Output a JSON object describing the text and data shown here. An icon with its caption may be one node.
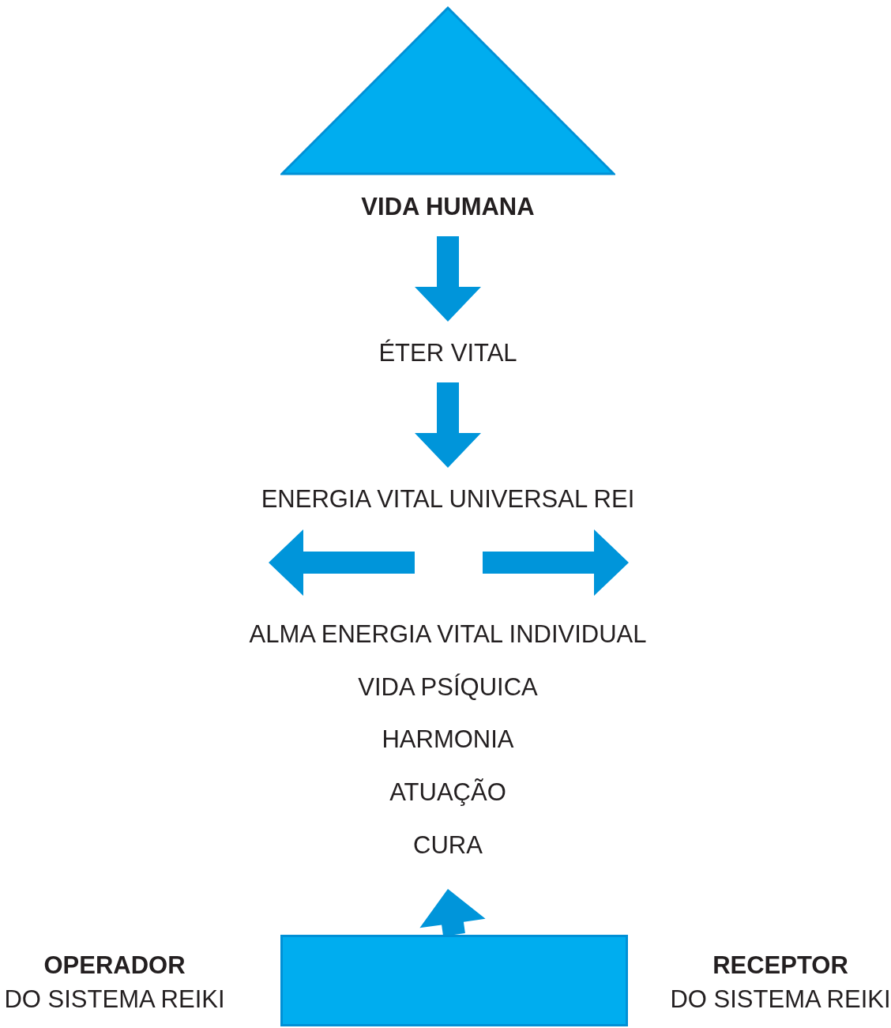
{
  "diagram": {
    "nodes": [
      {
        "text": [
          "VIDA HUMANA"
        ]
      },
      {
        "text": [
          "ÉTER VITAL"
        ]
      },
      {
        "text": [
          "ENERGIA VITAL UNIVERSAL REI"
        ]
      },
      {
        "text": [
          "CURA"
        ]
      },
      {
        "text": [],
        "shape": "box"
      }
    ],
    "edges": [
      {
        "from": 0,
        "to": 1,
        "arrow": "to"
      },
      {
        "from": 1,
        "to": 2,
        "arrow": "to"
      },
      {
        "from": 2,
        "to": null,
        "arrow": "to"
      },
      {
        "from": 2,
        "to": null,
        "arrow": "to"
      },
      {
        "from": 4,
        "to": 3,
        "arrow": "to"
      }
    ],
    "labels": [
      "ALMA ENERGIA VITAL INDIVIDUAL",
      "VIDA PSÍQUICA",
      "HARMONIA",
      "ATUAÇÃO",
      "OPERADOR",
      "DO SISTEMA REIKI",
      "RECEPTOR",
      "DO SISTEMA REIKI"
    ]
  }
}
